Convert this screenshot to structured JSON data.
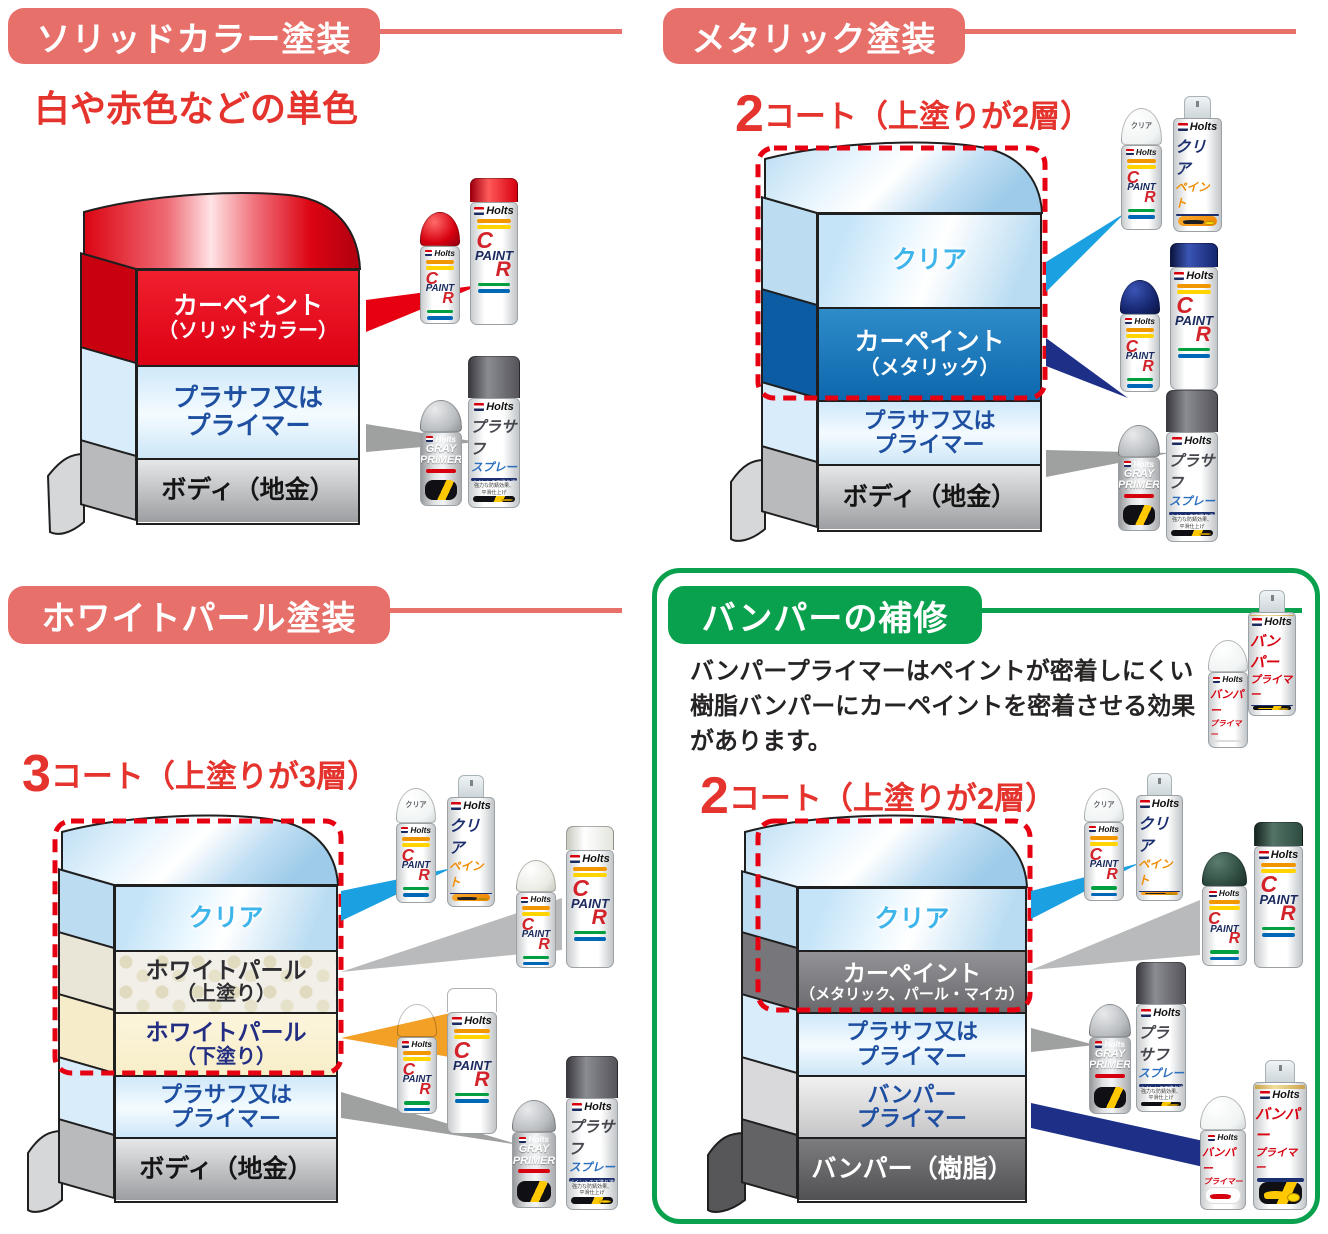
{
  "sections": [
    {
      "id": "solid",
      "header": "ソリッドカラー塗装",
      "subtitle": "白や赤色などの単色",
      "layers": [
        {
          "label": "カーペイント",
          "sub": "（ソリッドカラー）"
        },
        {
          "label": "プラサフ又は\nプライマー"
        },
        {
          "label": "ボディ（地金）"
        }
      ]
    },
    {
      "id": "metallic",
      "header": "メタリック塗装",
      "coat_num": "2",
      "coat_rest": "コート（上塗りが2層）",
      "layers": [
        {
          "label": "クリア"
        },
        {
          "label": "カーペイント",
          "sub": "（メタリック）"
        },
        {
          "label": "プラサフ又は\nプライマー"
        },
        {
          "label": "ボディ（地金）"
        }
      ]
    },
    {
      "id": "pearl",
      "header": "ホワイトパール塗装",
      "coat_num": "3",
      "coat_rest": "コート（上塗りが3層）",
      "layers": [
        {
          "label": "クリア"
        },
        {
          "label": "ホワイトパール",
          "sub": "（上塗り）"
        },
        {
          "label": "ホワイトパール",
          "sub": "（下塗り）"
        },
        {
          "label": "プラサフ又は\nプライマー"
        },
        {
          "label": "ボディ（地金）"
        }
      ]
    },
    {
      "id": "bumper",
      "header": "バンパーの補修",
      "description": "バンパープライマーはペイントが密着しにくい樹脂バンパーにカーペイントを密着させる効果があります。",
      "coat_num": "2",
      "coat_rest": "コート（上塗りが2層）",
      "layers": [
        {
          "label": "クリア"
        },
        {
          "label": "カーペイント",
          "sub": "（メタリック、パール・マイカ）"
        },
        {
          "label": "プラサフ又は\nプライマー"
        },
        {
          "label": "バンパー\nプライマー"
        },
        {
          "label": "バンパー（樹脂）"
        }
      ]
    }
  ],
  "can_labels": {
    "holts": "Holts",
    "car_c": "C",
    "car_paint": "PAINT",
    "car_r": "R",
    "clear_cap": "クリア",
    "clear1": "クリア",
    "clear2": "ペイント",
    "plasaf1": "プラサフ",
    "plasaf2": "スプレー",
    "plasaf_band": "ペイントの下塗り塗料",
    "plasaf_sub": "強力な防錆効果、平滑仕上げ",
    "gray1": "GRAY",
    "gray2": "PRIMER",
    "bumper1": "バンパー",
    "bumper2": "プライマー"
  },
  "colors": {
    "header_pink": "#e8706b",
    "accent_red": "#e5332d",
    "layer_red": "#e60012",
    "metallic_blue": "#1478bd",
    "clear_text_blue": "#3db4ea",
    "primer_text_blue": "#1e4fa0",
    "green": "#0aa14e",
    "dash_red": "#e60012",
    "beam_gray": "#9fa0a0",
    "beam_blue": "#1ba0e2",
    "beam_navy": "#1d2f87",
    "beam_orange": "#f2a026",
    "pearl_under_cream": "#fbf3d6",
    "body_gray": "#b5b6b8",
    "resin_dark_gray": "#59575a"
  }
}
